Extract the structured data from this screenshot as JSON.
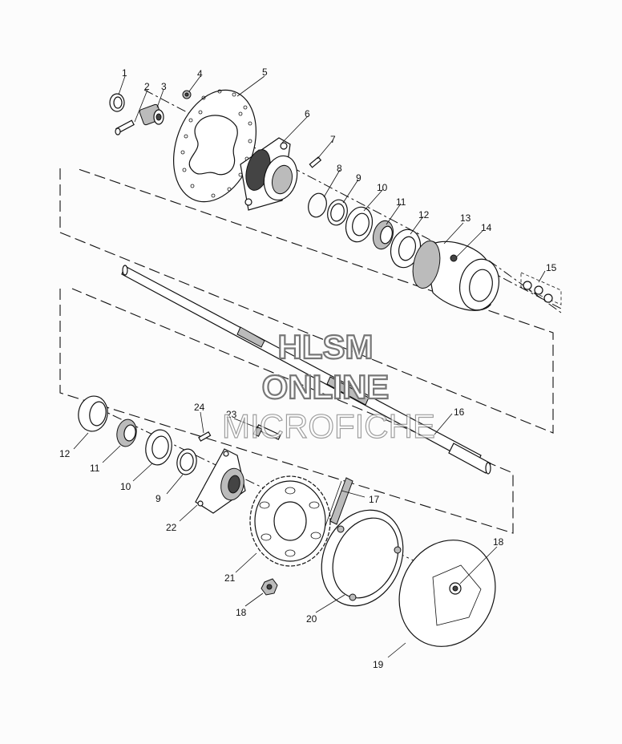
{
  "watermark": {
    "line1": "HLSM",
    "line2": "ONLINE",
    "line3": "MICROFICHE"
  },
  "callouts": [
    {
      "id": "c1",
      "label": "1"
    },
    {
      "id": "c2",
      "label": "2"
    },
    {
      "id": "c3",
      "label": "3"
    },
    {
      "id": "c4",
      "label": "4"
    },
    {
      "id": "c5",
      "label": "5"
    },
    {
      "id": "c6",
      "label": "6"
    },
    {
      "id": "c7",
      "label": "7"
    },
    {
      "id": "c8",
      "label": "8"
    },
    {
      "id": "c9a",
      "label": "9"
    },
    {
      "id": "c10a",
      "label": "10"
    },
    {
      "id": "c11a",
      "label": "11"
    },
    {
      "id": "c12a",
      "label": "12"
    },
    {
      "id": "c13",
      "label": "13"
    },
    {
      "id": "c14",
      "label": "14"
    },
    {
      "id": "c15",
      "label": "15"
    },
    {
      "id": "c16",
      "label": "16"
    },
    {
      "id": "c12b",
      "label": "12"
    },
    {
      "id": "c11b",
      "label": "11"
    },
    {
      "id": "c10b",
      "label": "10"
    },
    {
      "id": "c9b",
      "label": "9"
    },
    {
      "id": "c24",
      "label": "24"
    },
    {
      "id": "c23",
      "label": "23"
    },
    {
      "id": "c22",
      "label": "22"
    },
    {
      "id": "c17",
      "label": "17"
    },
    {
      "id": "c21",
      "label": "21"
    },
    {
      "id": "c18a",
      "label": "18"
    },
    {
      "id": "c18b",
      "label": "18"
    },
    {
      "id": "c20",
      "label": "20"
    },
    {
      "id": "c19",
      "label": "19"
    }
  ]
}
